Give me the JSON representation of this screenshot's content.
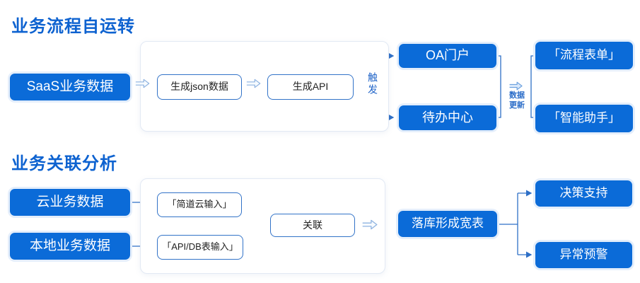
{
  "colors": {
    "node_fill": "#0b6bd8",
    "title_blue": "#0d62d0",
    "connector_blue": "#2e6fc6",
    "outline_arrow_stroke": "#8fb3e0",
    "white_node_border": "#3273c8"
  },
  "sections": [
    {
      "title": "业务流程自运转",
      "nodes": {
        "saas": "SaaS业务数据",
        "json": "生成json数据",
        "api": "生成API",
        "trigger": "触发",
        "oa": "OA门户",
        "todo": "待办中心",
        "data_update": "数据\n更新",
        "form": "「流程表单」",
        "assist": "「智能助手」"
      }
    },
    {
      "title": "业务关联分析",
      "nodes": {
        "cloud": "云业务数据",
        "local": "本地业务数据",
        "jdy": "「简道云输入」",
        "apidb": "「API/DB表输入」",
        "assoc": "关联",
        "wide": "落库形成宽表",
        "decision": "决策支持",
        "warning": "异常预警"
      }
    }
  ]
}
